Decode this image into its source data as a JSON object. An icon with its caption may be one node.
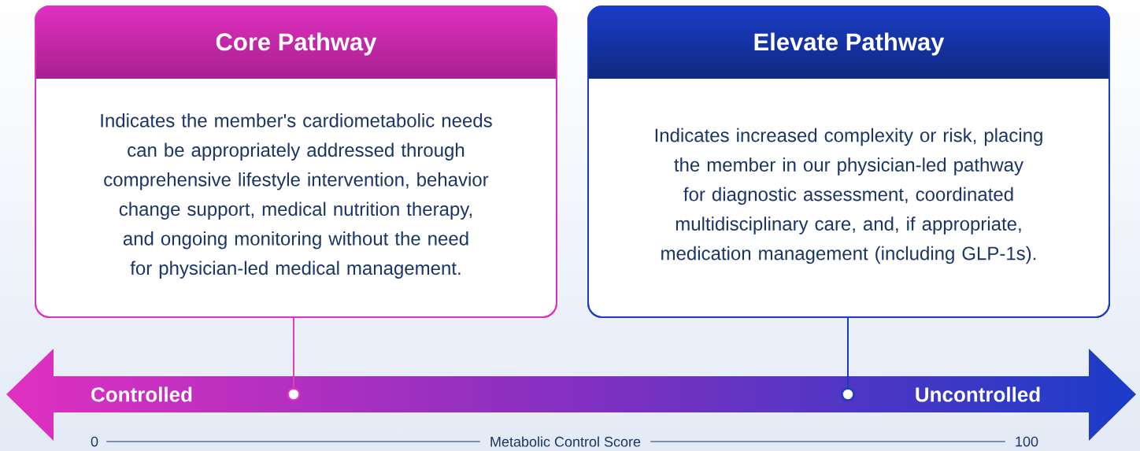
{
  "diagram": {
    "nodes": [
      {
        "text": [
          "Core Pathway",
          "Indicates the member's cardiometabolic needs can be appropriately addressed through comprehensive lifestyle intervention, behavior change support, medical nutrition therapy, and ongoing monitoring without the need for  physician-led medical management."
        ]
      },
      {
        "text": [
          "Elevate Pathway",
          "Indicates increased complexity or risk, placing the member in our physician-led pathway for diagnostic assessment, coordinated multidisciplinary care, and, if appropriate, medication management (including GLP-1s)."
        ]
      },
      {
        "text": [
          "Controlled",
          "Uncontrolled"
        ]
      },
      {
        "text": [],
        "shape": "circle",
        "in": 2
      },
      {
        "text": [],
        "shape": "circle",
        "in": 2
      }
    ],
    "edges": [
      {
        "from": 0,
        "to": 3,
        "arrow": "none",
        "color": "#e040c0"
      },
      {
        "from": 1,
        "to": 4,
        "arrow": "none",
        "color": "#1a3cc0"
      }
    ],
    "labels": [
      "0",
      "Metabolic Control Score",
      "100"
    ]
  }
}
